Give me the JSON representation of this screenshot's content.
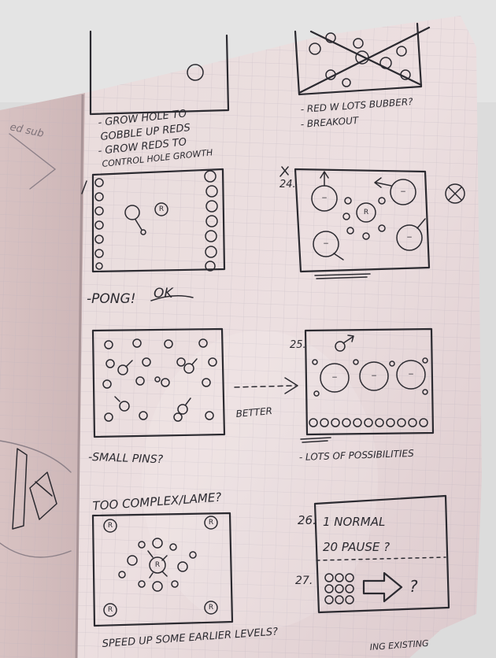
{
  "notes": {
    "hole_1": "- GROW HOLE TO",
    "hole_2": "GOBBLE UP REDS",
    "hole_3": "- GROW REDS TO",
    "hole_4": "CONTROL HOLE GROWTH",
    "top_right_1": "- RED W LOTS BUBBER?",
    "top_right_2": "- BREAKOUT",
    "pong": "-PONG!",
    "ok": "OK",
    "small_pins": "-SMALL PINS?",
    "better": "BETTER",
    "possibilities": "- LOTS OF POSSIBILITIES",
    "too_complex": "TOO COMPLEX/LAME?",
    "speed_up": "SPEED UP SOME EARLIER LEVELS?",
    "bottom_partial": "ING EXISTING",
    "margin_note": "ed sub"
  },
  "level_numbers": {
    "l24": "24.",
    "l25": "25.",
    "l26": "26.",
    "l27": "27."
  },
  "panel26": {
    "line1": "1 NORMAL",
    "line2": "20 PAUSE ?"
  },
  "marks": {
    "reds": "R",
    "minus": "−",
    "question": "?"
  }
}
